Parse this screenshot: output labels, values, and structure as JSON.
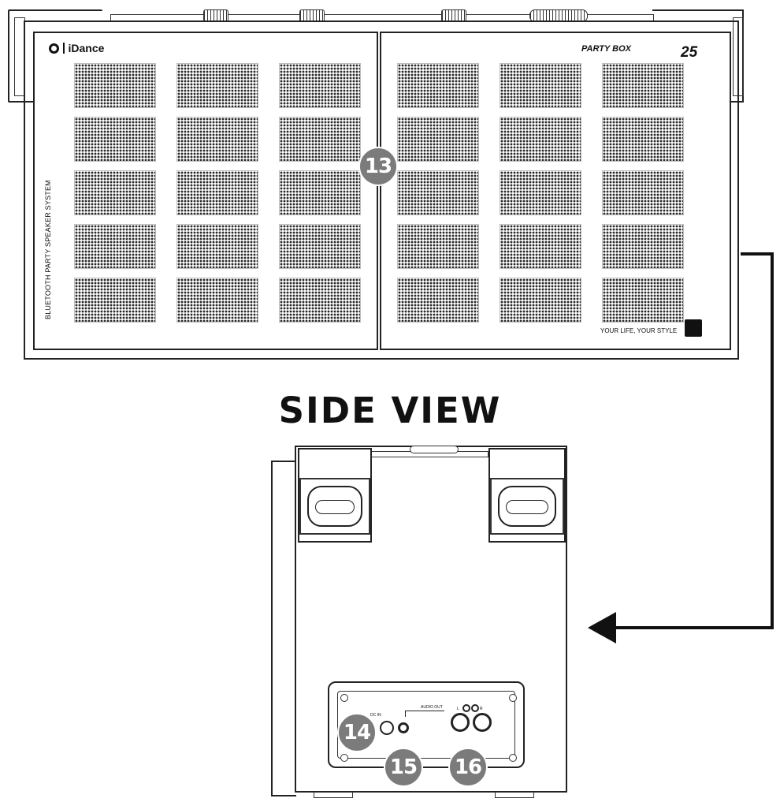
{
  "front": {
    "brand": "iDance",
    "model_label": "PARTY BOX",
    "model_number": "25",
    "side_text": "BLUETOOTH PARTY SPEAKER SYSTEM",
    "slogan": "YOUR LIFE, YOUR STYLE"
  },
  "side_view_title": "SIDE VIEW",
  "panel_labels": {
    "dc_in": "DC IN",
    "audio_out": "AUDIO OUT",
    "left": "L",
    "right": "R"
  },
  "callouts": [
    "13",
    "14",
    "15",
    "16"
  ]
}
